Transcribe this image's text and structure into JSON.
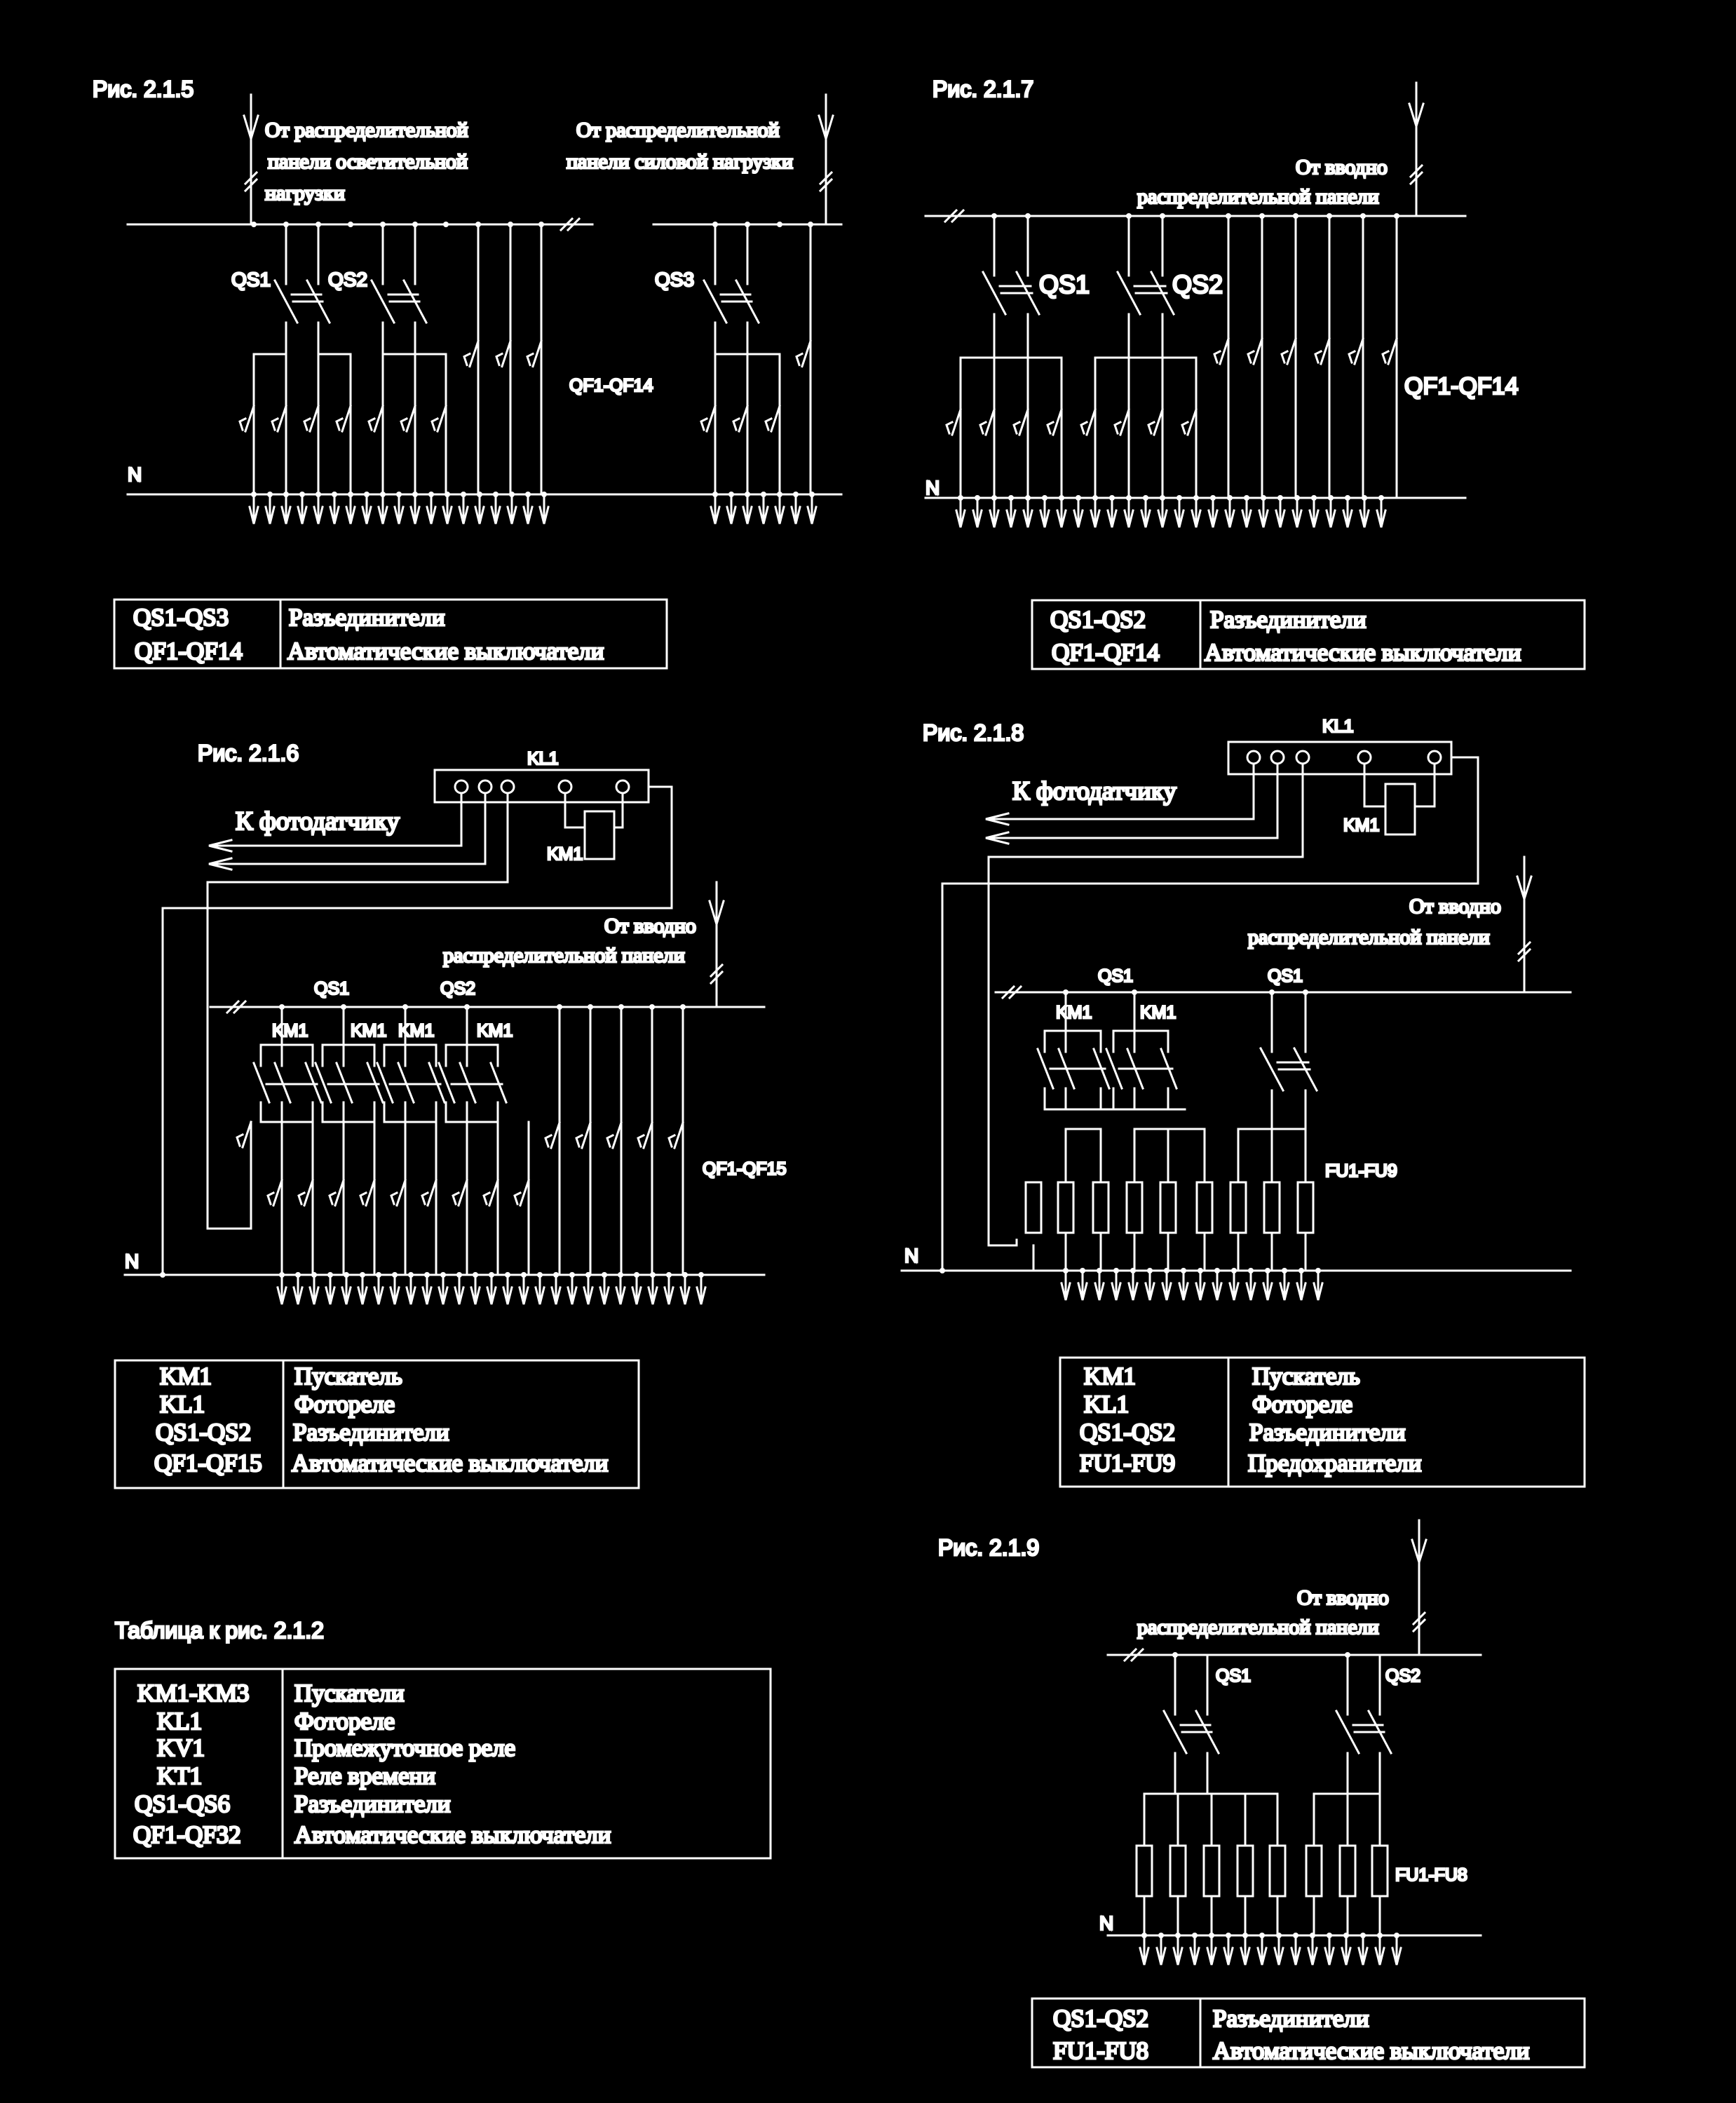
{
  "fig215": {
    "title": "Рис. 2.1.5",
    "note_light": [
      "От распределительной",
      "панели осветительной",
      "нагрузки"
    ],
    "note_power": [
      "От распределительной",
      "панели силовой нагрузки"
    ],
    "qs1": "QS1",
    "qs2": "QS2",
    "qs3": "QS3",
    "qf": "QF1-QF14",
    "n": "N",
    "table": [
      {
        "code": "QS1-QS3",
        "desc": "Разъединители"
      },
      {
        "code": "QF1-QF14",
        "desc": "Автоматические выключатели"
      }
    ]
  },
  "fig217": {
    "title": "Рис. 2.1.7",
    "note": [
      "От вводно",
      "распределительной панели"
    ],
    "qs1": "QS1",
    "qs2": "QS2",
    "qf": "QF1-QF14",
    "n": "N",
    "table": [
      {
        "code": "QS1-QS2",
        "desc": "Разъединители"
      },
      {
        "code": "QF1-QF14",
        "desc": "Автоматические выключатели"
      }
    ]
  },
  "fig216": {
    "title": "Рис. 2.1.6",
    "kl1": "KL1",
    "km1": "KM1",
    "photo": "К фотодатчику",
    "note": [
      "От вводно",
      "распределительной панели"
    ],
    "qs1": "QS1",
    "qs2": "QS2",
    "qf": "QF1-QF15",
    "n": "N",
    "table": [
      {
        "code": "KM1",
        "desc": "Пускатель"
      },
      {
        "code": "KL1",
        "desc": "Фотореле"
      },
      {
        "code": "QS1-QS2",
        "desc": "Разъединители"
      },
      {
        "code": "QF1-QF15",
        "desc": "Автоматические выключатели"
      }
    ]
  },
  "fig218": {
    "title": "Рис. 2.1.8",
    "kl1": "KL1",
    "km1": "KM1",
    "photo": "К фотодатчику",
    "note": [
      "От вводно",
      "распределительной панели"
    ],
    "qs1": "QS1",
    "qs1b": "QS1",
    "fu": "FU1-FU9",
    "n": "N",
    "table": [
      {
        "code": "KM1",
        "desc": "Пускатель"
      },
      {
        "code": "KL1",
        "desc": "Фотореле"
      },
      {
        "code": "QS1-QS2",
        "desc": "Разъединители"
      },
      {
        "code": "FU1-FU9",
        "desc": "Предохранители"
      }
    ]
  },
  "table212": {
    "title": "Таблица к рис. 2.1.2",
    "rows": [
      {
        "code": "KM1-KM3",
        "desc": "Пускатели"
      },
      {
        "code": "KL1",
        "desc": "Фотореле"
      },
      {
        "code": "KV1",
        "desc": "Промежуточное реле"
      },
      {
        "code": "KT1",
        "desc": "Реле времени"
      },
      {
        "code": "QS1-QS6",
        "desc": "Разъединители"
      },
      {
        "code": "QF1-QF32",
        "desc": "Автоматические выключатели"
      }
    ]
  },
  "fig219": {
    "title": "Рис. 2.1.9",
    "note": [
      "От вводно",
      "распределительной панели"
    ],
    "qs1": "QS1",
    "qs2": "QS2",
    "fu": "FU1-FU8",
    "n": "N",
    "table": [
      {
        "code": "QS1-QS2",
        "desc": "Разъединители"
      },
      {
        "code": "FU1-FU8",
        "desc": "Автоматические выключатели"
      }
    ]
  },
  "colors": {
    "background": "#000000",
    "ink": "#ffffff"
  }
}
